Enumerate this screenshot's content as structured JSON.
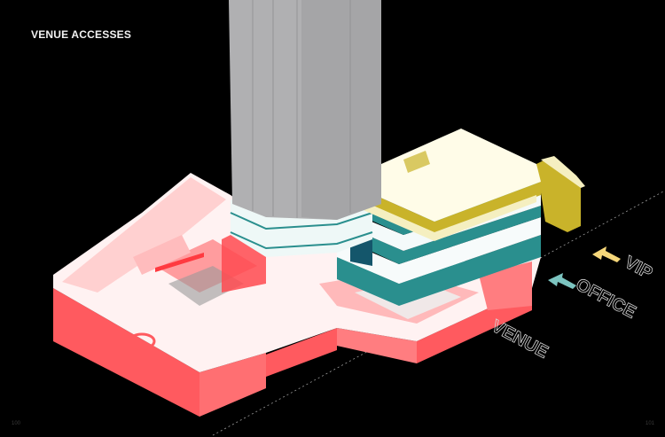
{
  "page": {
    "title": "VENUE ACCESSES",
    "page_left": "100",
    "page_right": "101"
  },
  "access_labels": [
    {
      "label": "VIP",
      "arrow_color": "#f6d77a"
    },
    {
      "label": "OFFICE",
      "arrow_color": "#7cc4c0"
    },
    {
      "label": "VENUE",
      "arrow_color": null
    }
  ],
  "colors": {
    "background": "#000000",
    "venue": "#ff5a5f",
    "venue_light": "#ffd6d6",
    "office": "#2a8f8e",
    "office_dark": "#14566b",
    "vip": "#c9b32a",
    "vip_light": "#f5efc0",
    "tower": "#a9a9ab",
    "tower_light": "#c4c4c6",
    "text": "#f2f2f2",
    "outline_text": "#d8d8d8",
    "dashed_line": "#9a9a9a"
  }
}
